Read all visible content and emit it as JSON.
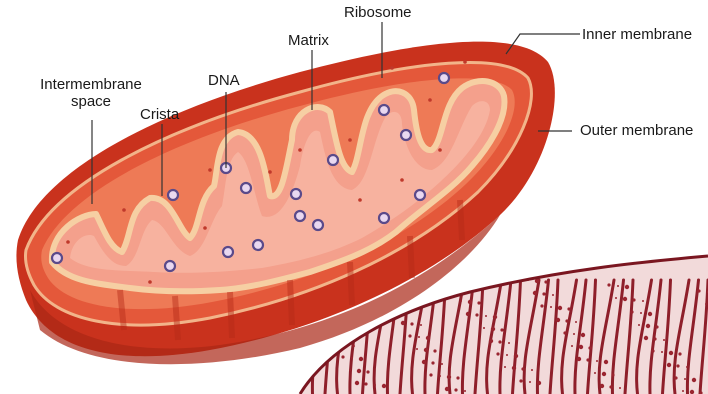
{
  "diagram": {
    "labels": {
      "ribosome": "Ribosome",
      "inner_membrane": "Inner membrane",
      "matrix": "Matrix",
      "intermembrane_line1": "Intermembrane",
      "intermembrane_line2": "space",
      "dna": "DNA",
      "crista": "Crista",
      "outer_membrane": "Outer membrane"
    },
    "colors": {
      "outer_membrane": "#d8432a",
      "outer_membrane_dark": "#b02a17",
      "intermembrane": "#e96a4a",
      "inner_membrane_edge": "#f3c79a",
      "matrix": "#f4a08c",
      "matrix_light": "#f8b8a6",
      "dna_dot": "#5a4a8a",
      "ribosome_dot": "#c0392b",
      "micrograph_bg": "#f2dada",
      "micrograph_line": "#8e1f2a",
      "leader_line": "#333333"
    }
  }
}
